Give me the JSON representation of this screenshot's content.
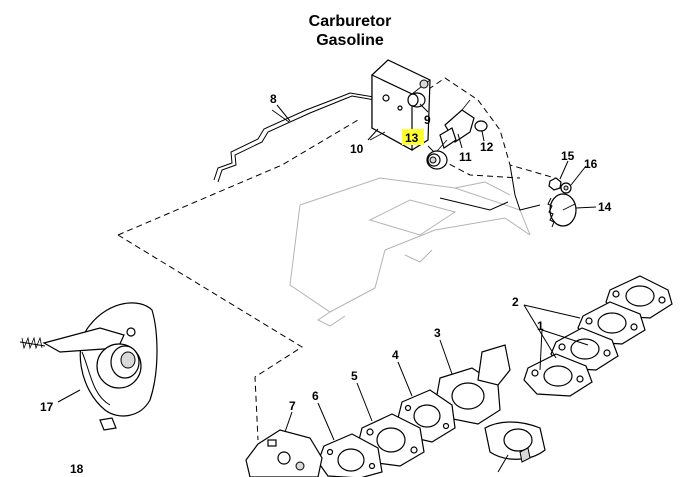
{
  "title": {
    "line1": "Carburetor",
    "line2": "Gasoline"
  },
  "callouts": [
    {
      "id": "c1",
      "label": "1"
    },
    {
      "id": "c2",
      "label": "2"
    },
    {
      "id": "c3",
      "label": "3"
    },
    {
      "id": "c4",
      "label": "4"
    },
    {
      "id": "c5",
      "label": "5"
    },
    {
      "id": "c6",
      "label": "6"
    },
    {
      "id": "c7",
      "label": "7"
    },
    {
      "id": "c8",
      "label": "8"
    },
    {
      "id": "c9",
      "label": "9"
    },
    {
      "id": "c10",
      "label": "10"
    },
    {
      "id": "c11",
      "label": "11"
    },
    {
      "id": "c12",
      "label": "12"
    },
    {
      "id": "c13",
      "label": "13",
      "highlight": "#ffff33"
    },
    {
      "id": "c14",
      "label": "14"
    },
    {
      "id": "c15",
      "label": "15"
    },
    {
      "id": "c16",
      "label": "16"
    },
    {
      "id": "c17",
      "label": "17"
    },
    {
      "id": "c18",
      "label": "18"
    }
  ],
  "colors": {
    "highlight": "#ffff33",
    "line": "#000000",
    "ghost": "#b4b4b4"
  }
}
